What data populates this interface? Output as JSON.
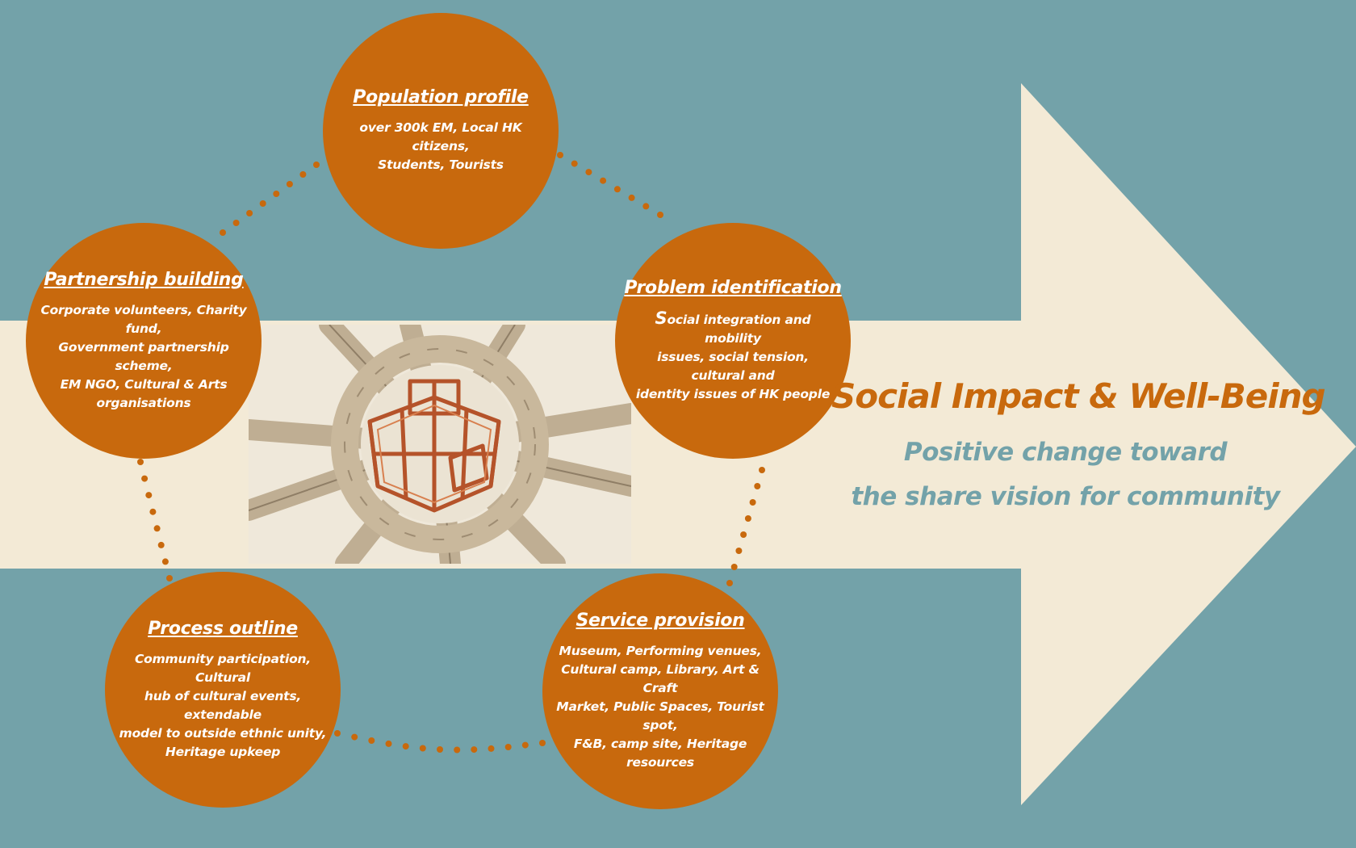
{
  "colors": {
    "background": "#73a2a9",
    "band": "#f3ead6",
    "node": "#c8690d",
    "headline": "#c8690d",
    "subline": "#73a2a9"
  },
  "headline": "Social Impact & Well-Being",
  "subline": {
    "line1": "Positive change toward",
    "line2": "the share vision for community"
  },
  "nodes": {
    "population": {
      "title": "Population profile",
      "lines": [
        "over 300k EM, Local HK citizens,",
        "Students, Tourists"
      ]
    },
    "problem": {
      "title": "Problem identification",
      "first_letter": "S",
      "lines": [
        "ocial integration and mobility",
        "issues, social tension, cultural and",
        "identity issues of HK people"
      ]
    },
    "service": {
      "title": "Service provision",
      "lines": [
        "Museum, Performing venues,",
        "Cultural camp, Library, Art & Craft",
        "Market, Public Spaces, Tourist spot,",
        "F&B, camp site, Heritage",
        "resources"
      ]
    },
    "process": {
      "title": "Process outline",
      "lines": [
        "Community participation, Cultural",
        "hub of cultural events, extendable",
        "model to outside ethnic unity,",
        "Heritage upkeep"
      ]
    },
    "partnership": {
      "title": "Partnership building",
      "lines": [
        "Corporate volunteers, Charity fund,",
        "Government partnership scheme,",
        "EM NGO, Cultural & Arts",
        "organisations"
      ]
    }
  },
  "image": {
    "icon": "linked-hands-building-icon"
  }
}
